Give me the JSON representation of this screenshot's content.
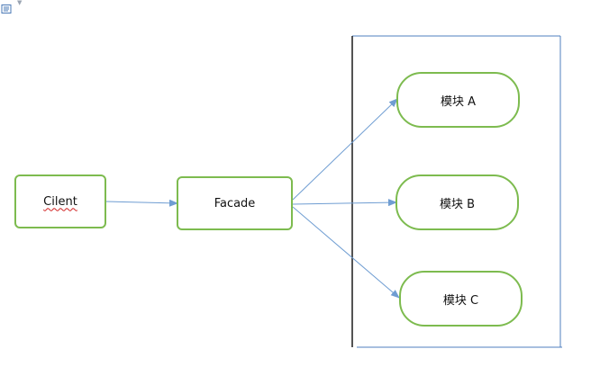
{
  "toolbar": {
    "icon": "document-icon"
  },
  "diagram": {
    "colors": {
      "node_border": "#7dbb4f",
      "arrow": "#6f9dd2",
      "container_edge": "#2e5f9b"
    },
    "nodes": {
      "client": "Cilent",
      "facade": "Facade",
      "module_a": "模块 A",
      "module_b": "模块 B",
      "module_c": "模块 C"
    }
  }
}
